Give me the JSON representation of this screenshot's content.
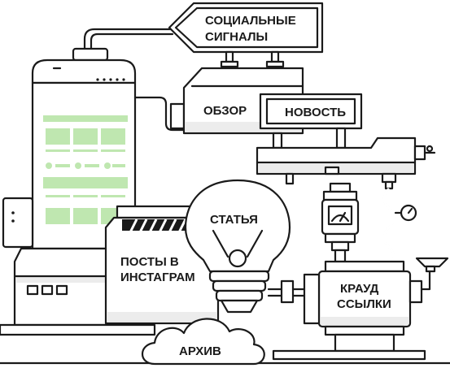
{
  "labels": {
    "social_line1": "СОЦИАЛЬНЫЕ",
    "social_line2": "СИГНАЛЫ",
    "review": "ОБЗОР",
    "news": "НОВОСТЬ",
    "article": "СТАТЬЯ",
    "instagram_line1": "ПОСТЫ В",
    "instagram_line2": "ИНСТАГРАМ",
    "crowd_line1": "КРАУД",
    "crowd_line2": "ССЫЛКИ",
    "archive": "АРХИВ"
  },
  "colors": {
    "stroke": "#1a1a1a",
    "screen_accent": "#bfe7b0",
    "shade": "#ececec"
  }
}
